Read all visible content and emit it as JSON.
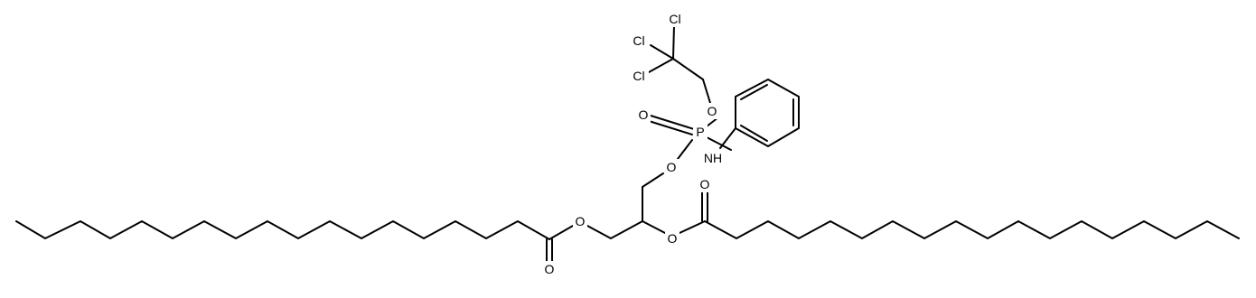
{
  "molecule": {
    "colors": {
      "bond": "#000000",
      "label": "#000000",
      "background": "#ffffff"
    },
    "atom_labels": {
      "cl_top": "Cl",
      "cl_left": "Cl",
      "cl_bottom": "Cl",
      "o_ether_tce": "O",
      "o_phosphoryl": "O",
      "p": "P",
      "nh": "NH",
      "o_ester_p": "O",
      "o_ester_left": "O",
      "o_carbonyl_left": "O",
      "o_ester_right": "O",
      "o_carbonyl_right": "O"
    }
  }
}
